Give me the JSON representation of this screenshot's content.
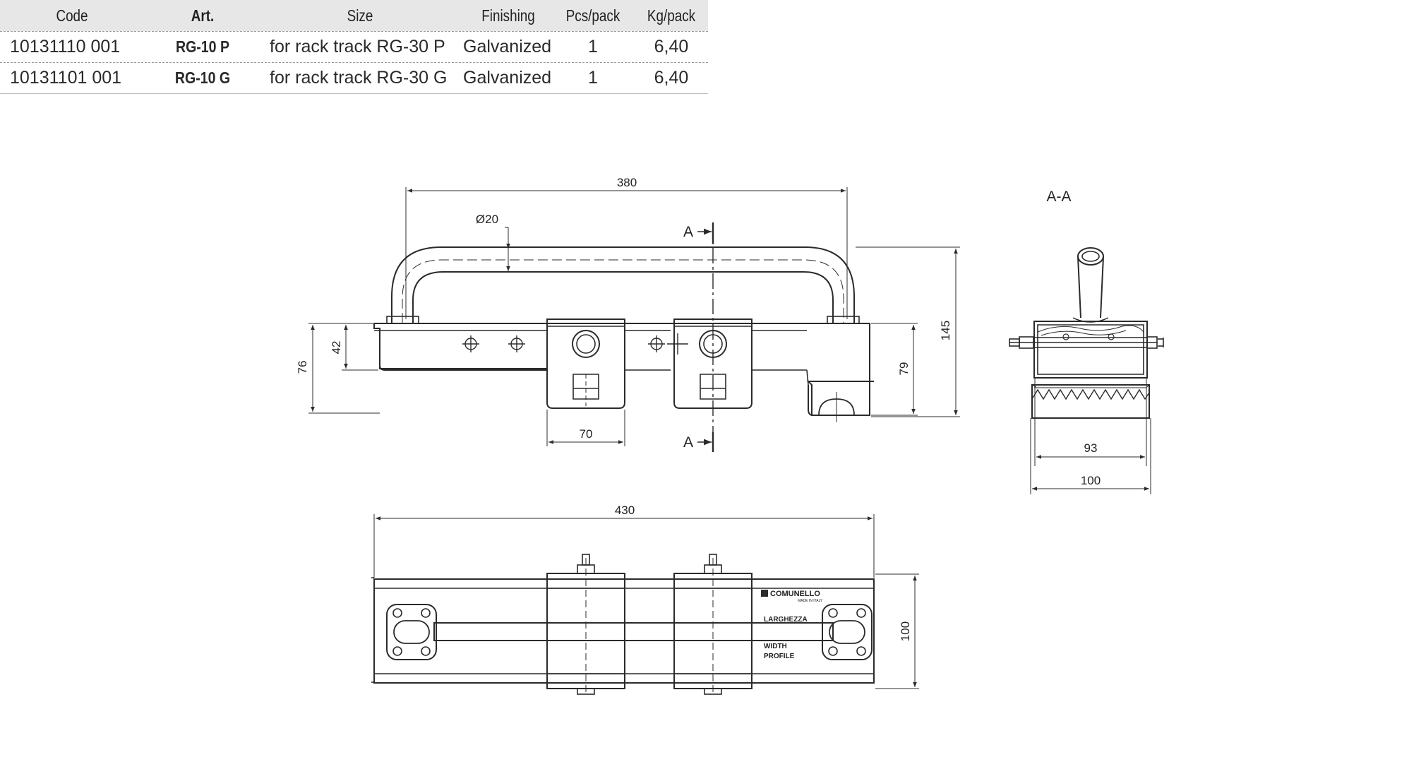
{
  "table": {
    "headers": {
      "code": "Code",
      "art": "Art.",
      "size": "Size",
      "finishing": "Finishing",
      "pcs_pack": "Pcs/pack",
      "kg_pack": "Kg/pack"
    },
    "rows": [
      {
        "code": "10131110  001",
        "art": "RG-10 P",
        "size": "for rack track RG-30 P",
        "finishing": "Galvanized",
        "pcs_pack": "1",
        "kg_pack": "6,40"
      },
      {
        "code": "10131101  001",
        "art": "RG-10 G",
        "size": "for rack track RG-30 G",
        "finishing": "Galvanized",
        "pcs_pack": "1",
        "kg_pack": "6,40"
      }
    ]
  },
  "drawing": {
    "dimensions": {
      "overall_handle_width": "380",
      "handle_diameter": "Ø20",
      "total_height": "145",
      "body_height": "76",
      "hole_height": "42",
      "block_width": "70",
      "right_height": "79",
      "plan_length": "430",
      "plan_width": "100",
      "section_inner": "93",
      "section_outer": "100"
    },
    "section_marker": "A",
    "section_title": "A-A",
    "label_brand": "COMUNELLO",
    "label_made_in": "MADE IN ITALY",
    "label_larghezza": "LARGHEZZA",
    "label_width": "WIDTH",
    "label_profile": "PROFILE",
    "line_color": "#2b2b2b"
  }
}
